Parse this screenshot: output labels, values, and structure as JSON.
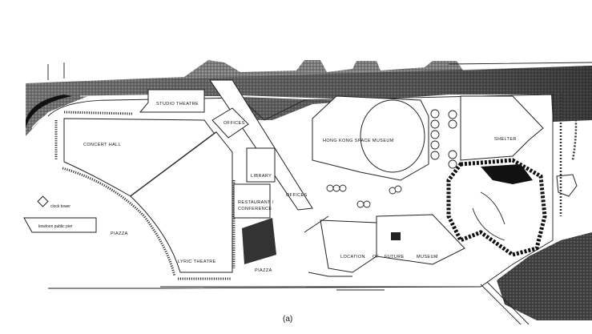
{
  "figure": {
    "caption": "(a)",
    "labels": {
      "studio_theatre": "STUDIO THEATRE",
      "offices_top": "OFFICES",
      "concert_hall": "CONCERT HALL",
      "space_museum": "HONG KONG SPACE MUSEUM",
      "shelter": "SHELTER",
      "library": "LIBRARY",
      "offices_mid": "OFFICES",
      "restaurant": "RESTAURANT /",
      "conference": "CONFERENCE",
      "clock_tower": "clock tower",
      "pier": "kowloon public pier",
      "piazza_left": "PIAZZA",
      "lyric_theatre": "LYRIC THEATRE",
      "piazza_bottom": "PIAZZA",
      "location": "LOCATION",
      "of": "OF",
      "future": "FUTURE",
      "museum": "MUSEUM"
    },
    "colors": {
      "ink": "#222222",
      "road_fill": "#6e6e6e",
      "road_dark": "#3a3a3a"
    }
  }
}
